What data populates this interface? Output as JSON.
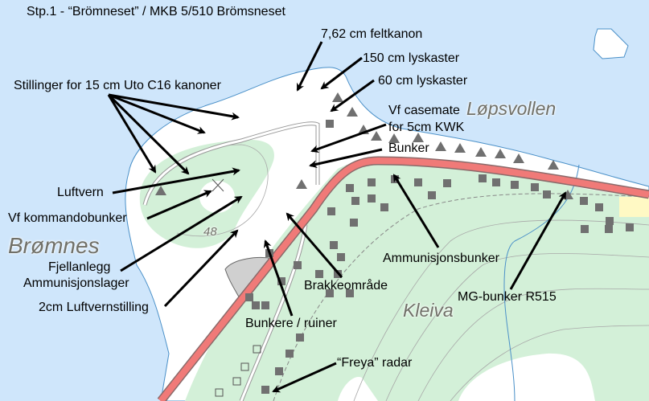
{
  "title": "Stp.1 - “Brömneset” / MKB 5/510 Brömsneset",
  "colors": {
    "water": "#cfe6fb",
    "land_open": "#ffffff",
    "forest": "#d3f0d8",
    "road": "#f07a78",
    "road_casing": "#8a6a6a",
    "cliff": "#d0d0d0",
    "field": "#fff9c4",
    "symbol": "#707070"
  },
  "place_names": {
    "bromnes": "Brømnes",
    "lopsvollen": "Løpsvollen",
    "kleiva": "Kleiva",
    "elevation": "48"
  },
  "labels": {
    "feltkanon": "7,62 cm feltkanon",
    "lyskaster150": "150 cm lyskaster",
    "lyskaster60": "60 cm lyskaster",
    "stillinger": "Stillinger for 15 cm Uto C16 kanoner",
    "casemate1": "Vf casemate",
    "casemate2": "for 5cm KWK",
    "bunker": "Bunker",
    "luftvern": "Luftvern",
    "kommandobunker": "Vf kommandobunker",
    "fjellanlegg1": "Fjellanlegg",
    "fjellanlegg2": "Ammunisjonslager",
    "luftvernstilling": "2cm Luftvernstilling",
    "ammunisjonsbunker": "Ammunisjonsbunker",
    "brakkeomrade": "Brakkeområde",
    "mgbunker": "MG-bunker R515",
    "ruiner": "Bunkere / ruiner",
    "freya": "“Freya” radar"
  }
}
